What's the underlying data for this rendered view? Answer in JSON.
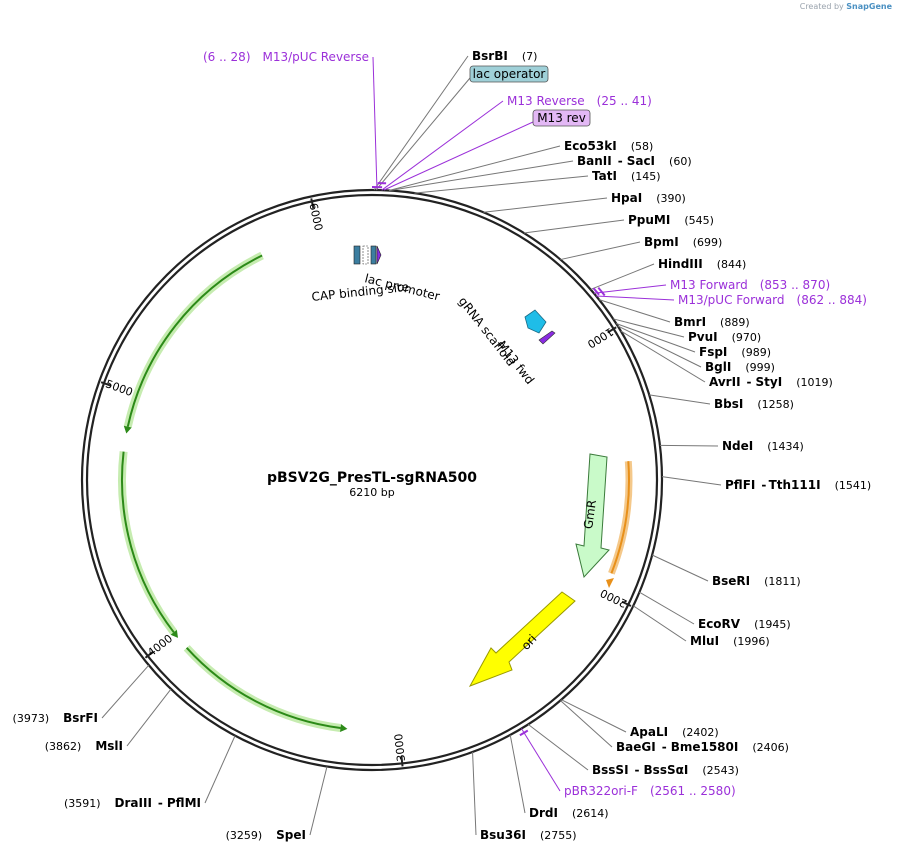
{
  "credit": {
    "prefix": "Created by",
    "brand": "SnapGene"
  },
  "plasmid": {
    "name": "pBSV2G_PresTL-sgRNA500",
    "size": "6210 bp"
  },
  "ticks": [
    "1000",
    "2000",
    "3000",
    "4000",
    "5000",
    "6000"
  ],
  "enzymes": [
    {
      "name": "BsrBI",
      "pos": "(7)"
    },
    {
      "name": "Eco53kI",
      "pos": "(58)"
    },
    {
      "name": "BanII",
      "name2": "SacI",
      "pos": "(60)"
    },
    {
      "name": "TatI",
      "pos": "(145)"
    },
    {
      "name": "HpaI",
      "pos": "(390)"
    },
    {
      "name": "PpuMI",
      "pos": "(545)"
    },
    {
      "name": "BpmI",
      "pos": "(699)"
    },
    {
      "name": "HindIII",
      "pos": "(844)"
    },
    {
      "name": "BmrI",
      "pos": "(889)"
    },
    {
      "name": "PvuI",
      "pos": "(970)"
    },
    {
      "name": "FspI",
      "pos": "(989)"
    },
    {
      "name": "BglI",
      "pos": "(999)"
    },
    {
      "name": "AvrII",
      "name2": "StyI",
      "pos": "(1019)"
    },
    {
      "name": "BbsI",
      "pos": "(1258)"
    },
    {
      "name": "NdeI",
      "pos": "(1434)"
    },
    {
      "name": "PflFI",
      "name2": "Tth111I",
      "pos": "(1541)"
    },
    {
      "name": "BseRI",
      "pos": "(1811)"
    },
    {
      "name": "EcoRV",
      "pos": "(1945)"
    },
    {
      "name": "MluI",
      "pos": "(1996)"
    },
    {
      "name": "ApaLI",
      "pos": "(2402)"
    },
    {
      "name": "BaeGI",
      "name2": "Bme1580I",
      "pos": "(2406)"
    },
    {
      "name": "BssSI",
      "name2": "BssSαI",
      "pos": "(2543)"
    },
    {
      "name": "DrdI",
      "pos": "(2614)"
    },
    {
      "name": "Bsu36I",
      "pos": "(2755)"
    },
    {
      "name": "SpeI",
      "pos": "(3259)"
    },
    {
      "name": "DraIII",
      "name2": "PflMI",
      "pos": "(3591)"
    },
    {
      "name": "MslI",
      "pos": "(3862)"
    },
    {
      "name": "BsrFI",
      "pos": "(3973)"
    }
  ],
  "primers": [
    {
      "name": "M13/pUC Reverse",
      "pos": "(6 .. 28)"
    },
    {
      "name": "M13 Reverse",
      "pos": "(25 .. 41)"
    },
    {
      "name": "M13 Forward",
      "pos": "(853 .. 870)"
    },
    {
      "name": "M13/pUC Forward",
      "pos": "(862 .. 884)"
    },
    {
      "name": "pBR322ori-F",
      "pos": "(2561 .. 2580)"
    }
  ],
  "boxed": {
    "lac_operator": "lac operator",
    "m13_rev": "M13 rev"
  },
  "features": {
    "lac_promoter": "lac promoter",
    "cap": "CAP binding site",
    "grna": "gRNA scaffold",
    "m13fwd": "M13 fwd",
    "gmr": "GmR",
    "ori": "ori"
  },
  "colors": {
    "backbone": "#222222",
    "primer": "#9b30d9",
    "lac_operator_fill": "#9fd0d8",
    "m13_rev_fill": "#e3b8f5",
    "gmr_fill": "#c9fac9",
    "ori_fill": "#ffff00",
    "orf_green": "#2c8a18",
    "orf_orange": "#e8901a",
    "grna_fill": "#1fbde8"
  }
}
